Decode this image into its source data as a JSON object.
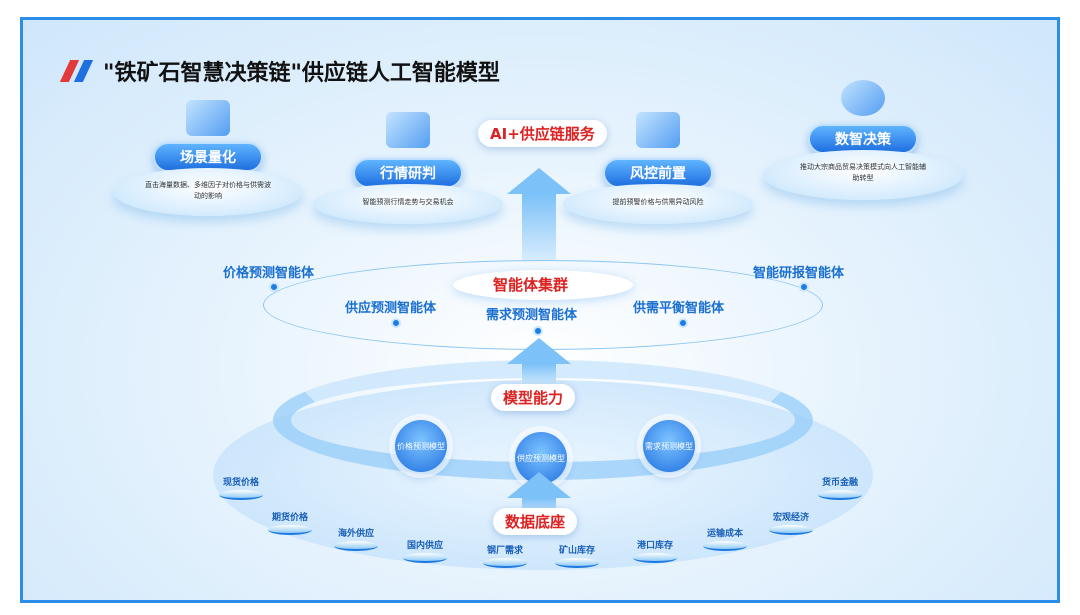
{
  "title": "\"铁矿石智慧决策链\"供应链人工智能模型",
  "service": {
    "label": "AI+供应链服务",
    "cards": [
      {
        "label": "场景量化",
        "desc": "直击海量数据、多维因子对价格与供需波动的影响"
      },
      {
        "label": "行情研判",
        "desc": "智能预测行情走势与交易机会"
      },
      {
        "label": "风控前置",
        "desc": "提前预警价格与供需异动风险"
      },
      {
        "label": "数智决策",
        "desc": "推动大宗商品贸易决策模式向人工智能辅助转型"
      }
    ]
  },
  "cluster": {
    "label": "智能体集群",
    "agents": [
      "价格预测智能体",
      "供应预测智能体",
      "需求预测智能体",
      "供需平衡智能体",
      "智能研报智能体"
    ]
  },
  "models": {
    "label": "模型能力",
    "items": [
      "价格预测模型",
      "供应预测模型",
      "需求预测模型"
    ]
  },
  "data": {
    "label": "数据底座",
    "items": [
      "现货价格",
      "期货价格",
      "海外供应",
      "国内供应",
      "钢厂需求",
      "矿山库存",
      "港口库存",
      "运输成本",
      "宏观经济",
      "货币金融"
    ]
  },
  "colors": {
    "accent": "#1f6fe0",
    "highlight": "#d22222",
    "frame": "#2a8de8"
  }
}
